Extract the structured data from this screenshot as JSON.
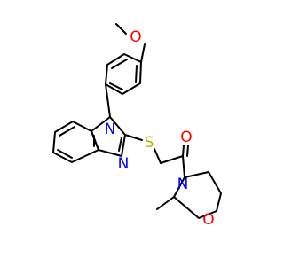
{
  "molecule": {
    "atoms": {
      "methoxy_oxygen": "O",
      "benzimidazole_n1": "N",
      "benzimidazole_n3": "N",
      "thioether_sulfur": "S",
      "carbonyl_oxygen": "O",
      "morpholine_nitrogen": "N",
      "morpholine_oxygen": "O"
    },
    "colors": {
      "bond": "#000000",
      "oxygen": "#ff0000",
      "nitrogen": "#0000ff",
      "sulfur": "#b3b300",
      "background": "#ffffff"
    }
  }
}
